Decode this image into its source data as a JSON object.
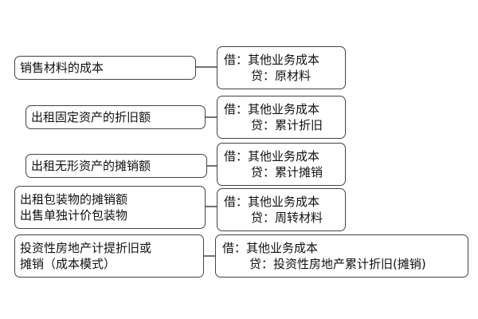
{
  "rows": [
    {
      "left_lines": [
        "销售材料的成本"
      ],
      "debit": "借：其他业务成本",
      "credit": "贷：原材料"
    },
    {
      "left_lines": [
        "出租固定资产的折旧额"
      ],
      "debit": "借：其他业务成本",
      "credit": "贷：累计折旧"
    },
    {
      "left_lines": [
        "出租无形资产的摊销额"
      ],
      "debit": "借：其他业务成本",
      "credit": "贷：累计摊销"
    },
    {
      "left_lines": [
        "出租包装物的摊销额",
        "出售单独计价包装物"
      ],
      "debit": "借：其他业务成本",
      "credit": "贷：周转材料"
    },
    {
      "left_lines": [
        "投资性房地产计提折旧或",
        "摊销（成本模式）"
      ],
      "debit": "借：其他业务成本",
      "credit": "贷：投资性房地产累计折旧(摊销)"
    }
  ]
}
